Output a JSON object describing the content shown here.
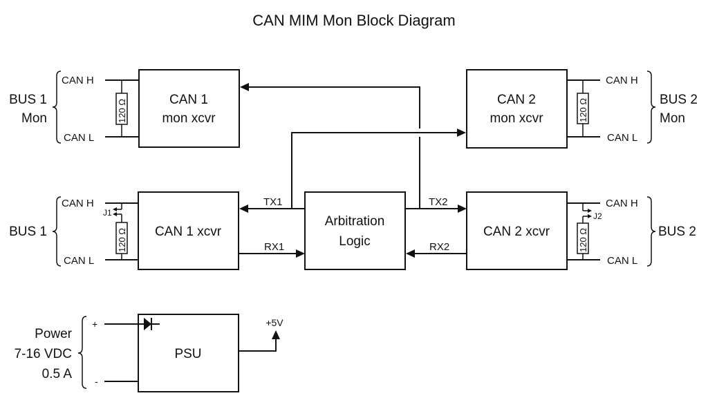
{
  "title": "CAN MIM Mon Block Diagram",
  "blocks": {
    "can1_mon": {
      "line1": "CAN 1",
      "line2": "mon xcvr"
    },
    "can2_mon": {
      "line1": "CAN 2",
      "line2": "mon xcvr"
    },
    "can1_xcvr": {
      "label": "CAN 1 xcvr"
    },
    "can2_xcvr": {
      "label": "CAN 2 xcvr"
    },
    "arbitration": {
      "line1": "Arbitration",
      "line2": "Logic"
    },
    "psu": {
      "label": "PSU"
    }
  },
  "buses": {
    "bus1_mon": {
      "line1": "BUS 1",
      "line2": "Mon",
      "can_h": "CAN H",
      "can_l": "CAN L",
      "resistor": "120 Ω"
    },
    "bus2_mon": {
      "line1": "BUS 2",
      "line2": "Mon",
      "can_h": "CAN H",
      "can_l": "CAN L",
      "resistor": "120 Ω"
    },
    "bus1": {
      "label": "BUS 1",
      "can_h": "CAN H",
      "can_l": "CAN L",
      "resistor": "120 Ω",
      "jumper": "J1"
    },
    "bus2": {
      "label": "BUS 2",
      "can_h": "CAN H",
      "can_l": "CAN L",
      "resistor": "120 Ω",
      "jumper": "J2"
    }
  },
  "signals": {
    "tx1": "TX1",
    "rx1": "RX1",
    "tx2": "TX2",
    "rx2": "RX2"
  },
  "power": {
    "line1": "Power",
    "line2": "7-16 VDC",
    "line3": "0.5 A",
    "plus": "+",
    "minus": "-",
    "output": "+5V"
  }
}
